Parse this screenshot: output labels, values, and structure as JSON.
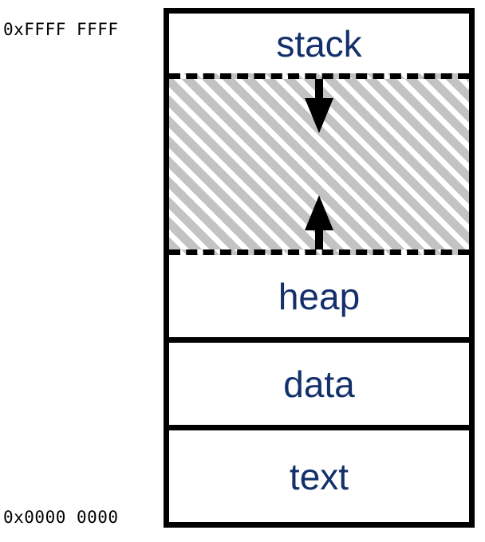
{
  "diagram": {
    "title": "process-memory-layout",
    "accent_color": "#13306b",
    "border_color": "#000000",
    "hatch_color": "#c3c3c3",
    "background_color": "#ffffff"
  },
  "addresses": {
    "top": "0xFFFF FFFF",
    "bottom": "0x0000 0000"
  },
  "segments": [
    {
      "key": "stack",
      "label": "stack",
      "fill": "solid"
    },
    {
      "key": "gap",
      "label": "",
      "fill": "hatched"
    },
    {
      "key": "heap",
      "label": "heap",
      "fill": "solid"
    },
    {
      "key": "data",
      "label": "data",
      "fill": "solid"
    },
    {
      "key": "text",
      "label": "text",
      "fill": "solid"
    }
  ],
  "arrows": [
    {
      "key": "stack-grows-down",
      "direction": "down",
      "icon": "arrow-down-icon"
    },
    {
      "key": "heap-grows-up",
      "direction": "up",
      "icon": "arrow-up-icon"
    }
  ]
}
